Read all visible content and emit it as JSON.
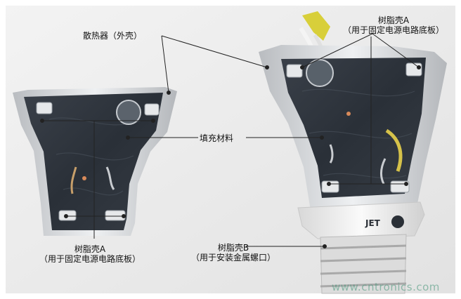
{
  "labels": {
    "heatsink": "散热器（外壳）",
    "filler": "填充材料",
    "resin_a_right_line1": "树脂壳A",
    "resin_a_right_line2": "（用于固定电源电路底板）",
    "resin_a_left_line1": "树脂壳A",
    "resin_a_left_line2": "（用于固定电源电路底板）",
    "resin_b_line1": "树脂壳B",
    "resin_b_line2": "（用于安装金属螺口）"
  },
  "watermark": "www.cntronics.com",
  "base_marking": "JET",
  "colors": {
    "background": "#ececec",
    "potting": "#2f353d",
    "aluminum": "#d6d8da",
    "resin_white": "#f2f2f2"
  }
}
